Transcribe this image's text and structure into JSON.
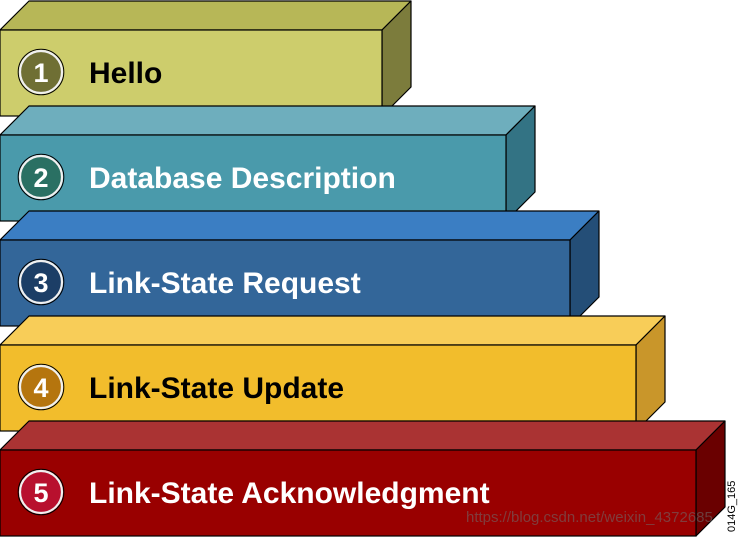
{
  "steps": [
    {
      "number": "1",
      "label": "Hello",
      "front_color": "#cdcd6c",
      "top_color": "#b7b757",
      "side_color": "#7c7c3c",
      "circle_color": "#6f6f34",
      "text_color": "#000000"
    },
    {
      "number": "2",
      "label": "Database Description",
      "front_color": "#4a9aab",
      "top_color": "#6eaebd",
      "side_color": "#337384",
      "circle_color": "#2a7063",
      "text_color": "#ffffff"
    },
    {
      "number": "3",
      "label": "Link-State Request",
      "front_color": "#336699",
      "top_color": "#3b7ec3",
      "side_color": "#244e77",
      "circle_color": "#1c3e66",
      "text_color": "#ffffff"
    },
    {
      "number": "4",
      "label": "Link-State Update",
      "front_color": "#f2bd2c",
      "top_color": "#f8cd58",
      "side_color": "#c9962a",
      "circle_color": "#b5750e",
      "text_color": "#000000"
    },
    {
      "number": "5",
      "label": "Link-State Acknowledgment",
      "front_color": "#990000",
      "top_color": "#aa3333",
      "side_color": "#6a0000",
      "circle_color": "#b8102e",
      "text_color": "#ffffff"
    }
  ],
  "figure_code": "014G_165",
  "watermark": "https://blog.csdn.net/weixin_4372685"
}
